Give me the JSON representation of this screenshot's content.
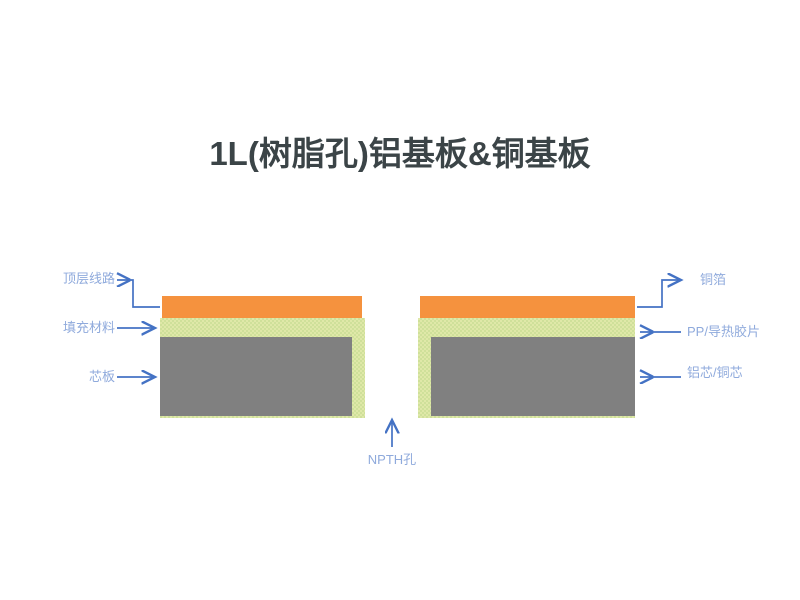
{
  "title": "1L(树脂孔)铝基板&铜基板",
  "labels": {
    "top_circuit": "顶层线路",
    "fill_material": "填充材料",
    "core_board": "芯板",
    "copper_foil": "铜箔",
    "pp_thermal_sheet": "PP/导热胶片",
    "aluminum_copper_core": "铝芯/铜芯",
    "npth_hole": "NPTH孔"
  },
  "colors": {
    "title_text": "#3b4447",
    "label_text": "#8faadc",
    "arrow": "#4472c4",
    "copper_foil": "#f5923e",
    "resin_light": "#dfe8a8",
    "resin_dark": "#cfe09a",
    "core_gray": "#808080",
    "background": "#ffffff"
  },
  "diagram": {
    "type": "pcb-cross-section",
    "description": "1-layer resin-filled-hole aluminum substrate and copper substrate stack-up cross section",
    "blocks": [
      {
        "name": "left-stack",
        "layers": [
          "顶层线路",
          "填充材料",
          "芯板"
        ]
      },
      {
        "name": "right-stack",
        "layers": [
          "铜箔",
          "PP/导热胶片",
          "铝芯/铜芯"
        ]
      }
    ],
    "gap_feature": "NPTH孔"
  }
}
